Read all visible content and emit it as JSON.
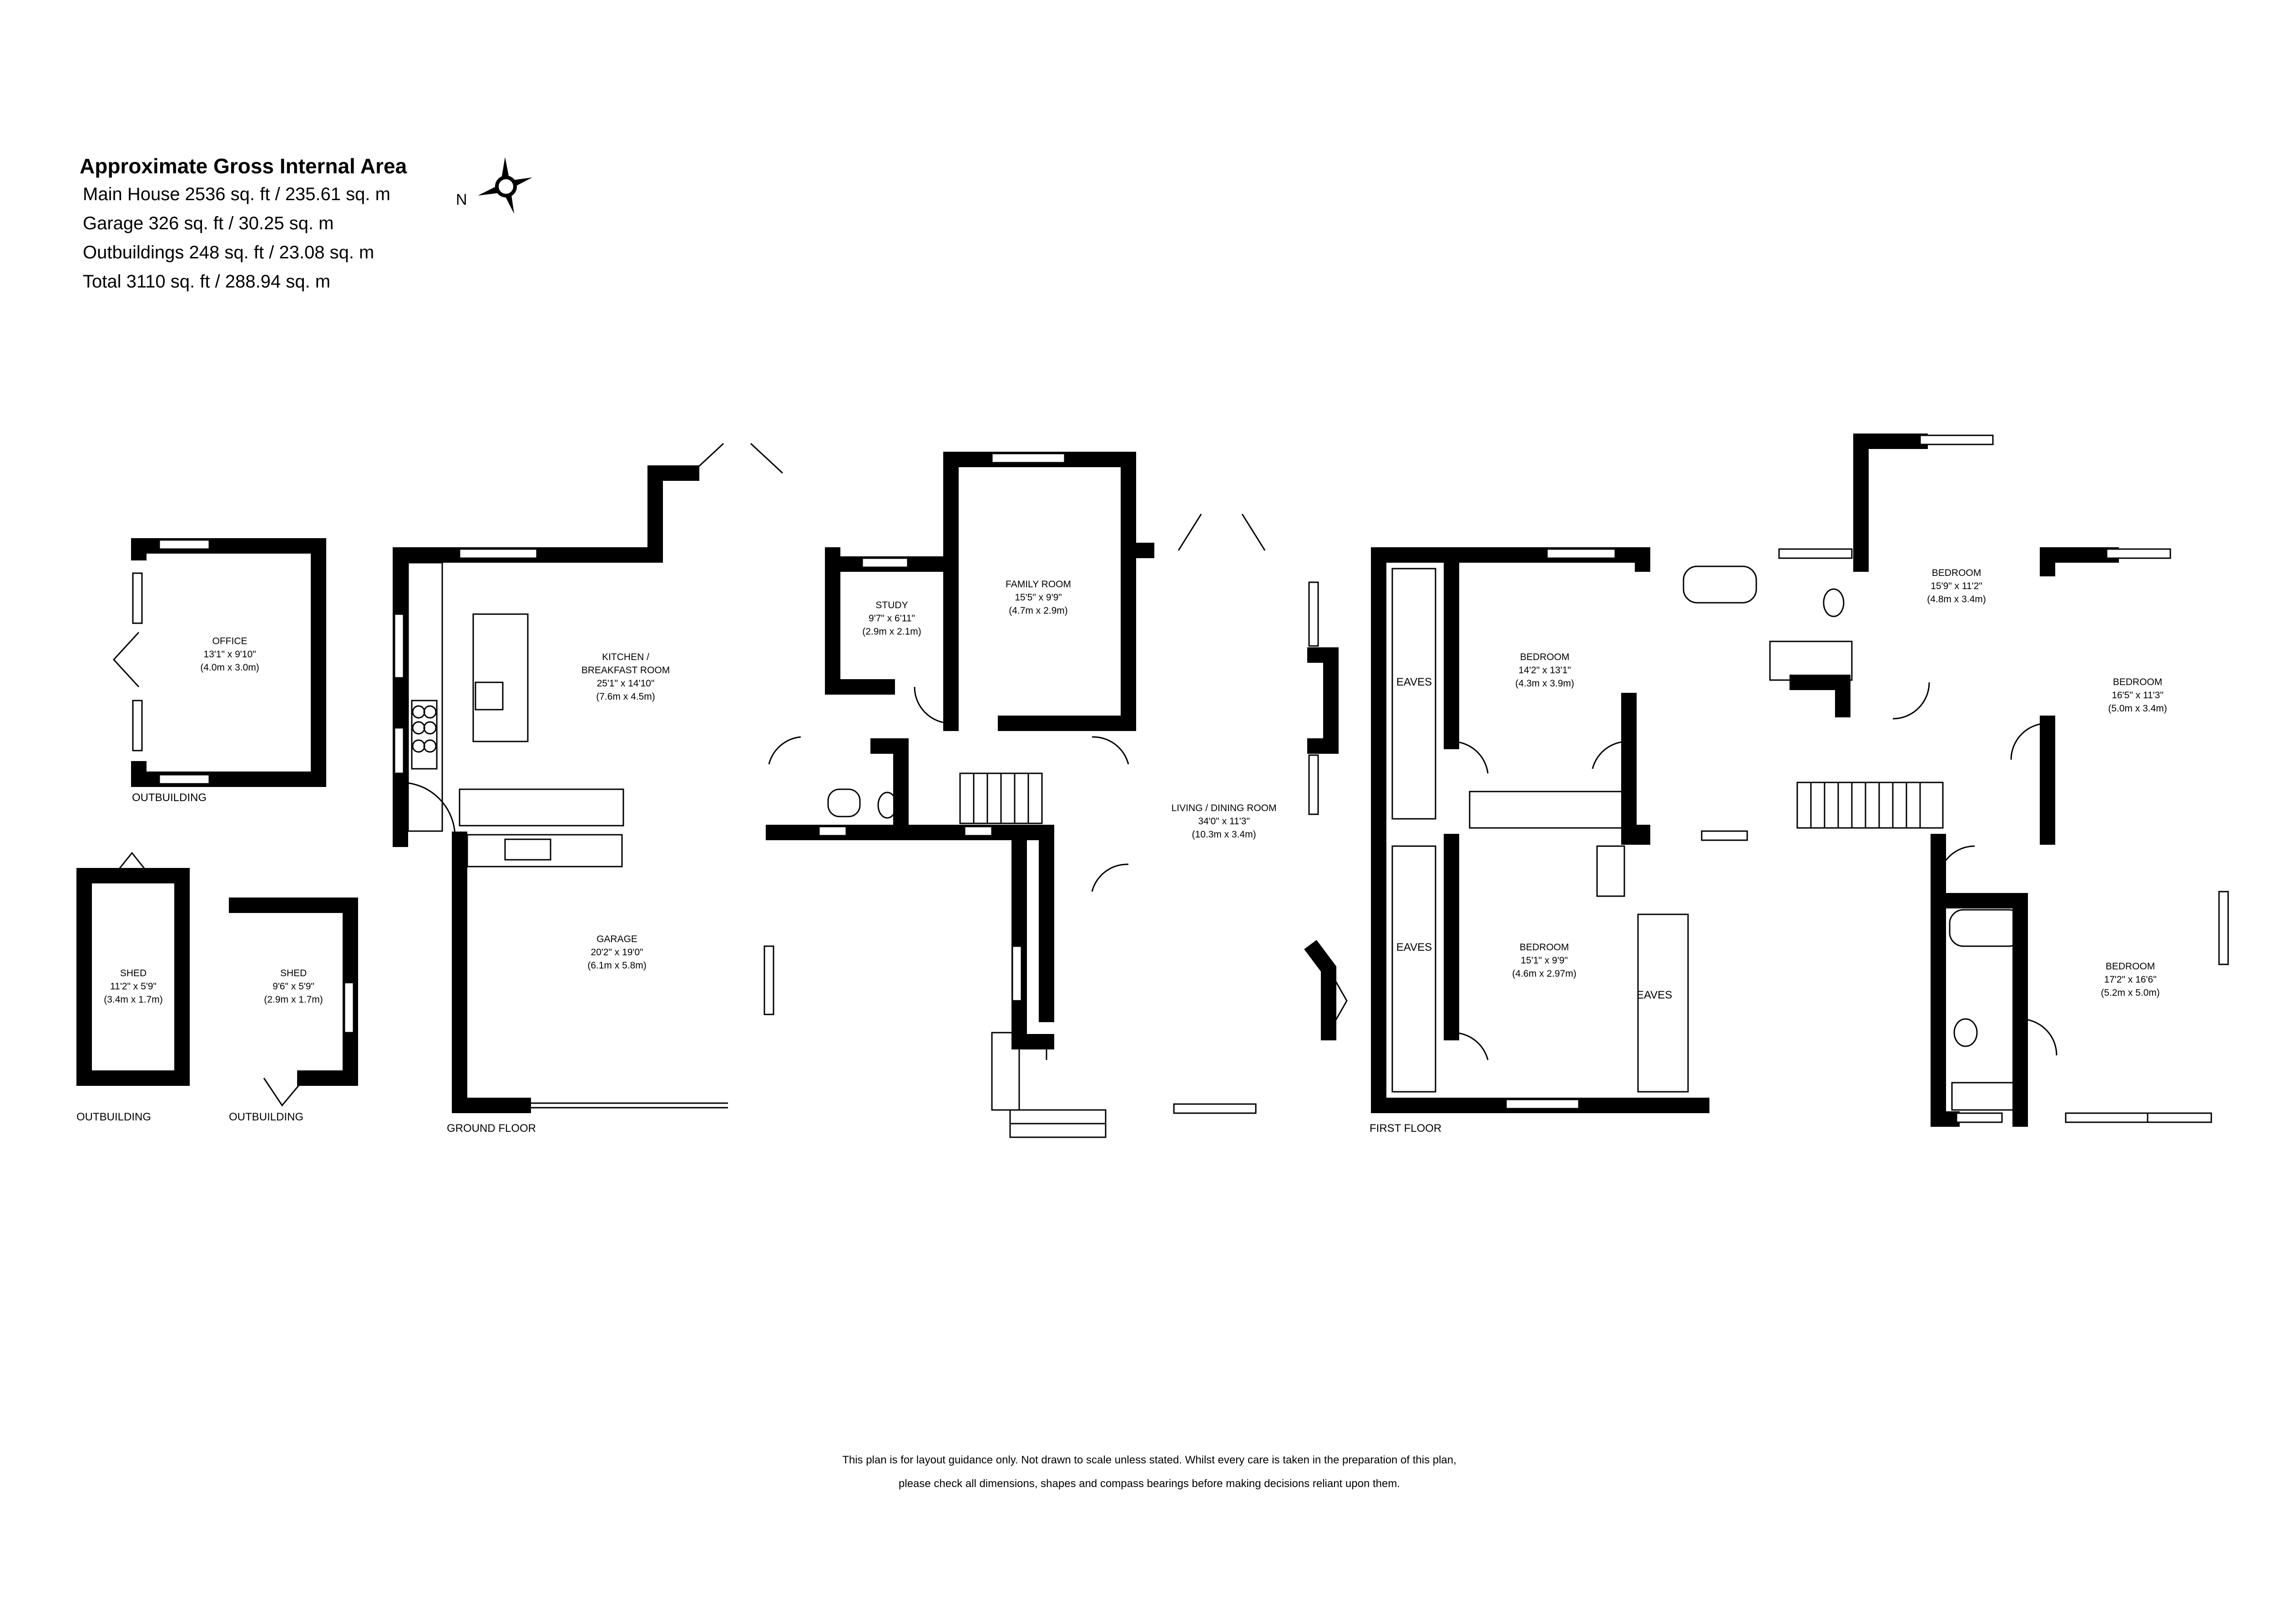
{
  "header": {
    "title": "Approximate Gross Internal Area",
    "lines": [
      "Main House 2536 sq. ft / 235.61 sq. m",
      "Garage 326 sq. ft / 30.25 sq. m",
      "Outbuildings 248 sq. ft / 23.08 sq. m",
      "Total 3110 sq. ft / 288.94 sq. m"
    ]
  },
  "compass": {
    "letter": "N",
    "icon": "compass-icon"
  },
  "rooms": {
    "office": {
      "name": "OFFICE",
      "imperial": "13'1\" x 9'10\"",
      "metric": "(4.0m x 3.0m)"
    },
    "shed1": {
      "name": "SHED",
      "imperial": "11'2\" x 5'9\"",
      "metric": "(3.4m x 1.7m)"
    },
    "shed2": {
      "name": "SHED",
      "imperial": "9'6\" x 5'9\"",
      "metric": "(2.9m x 1.7m)"
    },
    "kitchen": {
      "name": "KITCHEN /",
      "name2": "BREAKFAST ROOM",
      "imperial": "25'1\" x 14'10\"",
      "metric": "(7.6m x 4.5m)"
    },
    "study": {
      "name": "STUDY",
      "imperial": "9'7\" x 6'11\"",
      "metric": "(2.9m x 2.1m)"
    },
    "family": {
      "name": "FAMILY ROOM",
      "imperial": "15'5\" x 9'9\"",
      "metric": "(4.7m x 2.9m)"
    },
    "garage": {
      "name": "GARAGE",
      "imperial": "20'2\" x 19'0\"",
      "metric": "(6.1m x 5.8m)"
    },
    "living": {
      "name": "LIVING / DINING ROOM",
      "imperial": "34'0\" x 11'3\"",
      "metric": "(10.3m x 3.4m)"
    },
    "bed1": {
      "name": "BEDROOM",
      "imperial": "14'2\" x 13'1\"",
      "metric": "(4.3m x 3.9m)"
    },
    "bed2": {
      "name": "BEDROOM",
      "imperial": "15'1\" x 9'9\"",
      "metric": "(4.6m x 2.97m)"
    },
    "bed3": {
      "name": "BEDROOM",
      "imperial": "15'9\" x 11'2\"",
      "metric": "(4.8m x 3.4m)"
    },
    "bed4": {
      "name": "BEDROOM",
      "imperial": "16'5\" x 11'3\"",
      "metric": "(5.0m x 3.4m)"
    },
    "bed5": {
      "name": "BEDROOM",
      "imperial": "17'2\" x 16'6\"",
      "metric": "(5.2m x 5.0m)"
    }
  },
  "eaves_label": "EAVES",
  "labels": {
    "outbuilding": "OUTBUILDING",
    "ground_floor": "GROUND FLOOR",
    "first_floor": "FIRST FLOOR"
  },
  "disclaimer": [
    "This plan is for layout guidance only.  Not drawn to scale unless stated. Whilst every care is taken in the preparation of this plan,",
    "please check all dimensions, shapes and compass bearings before making decisions reliant upon them."
  ]
}
